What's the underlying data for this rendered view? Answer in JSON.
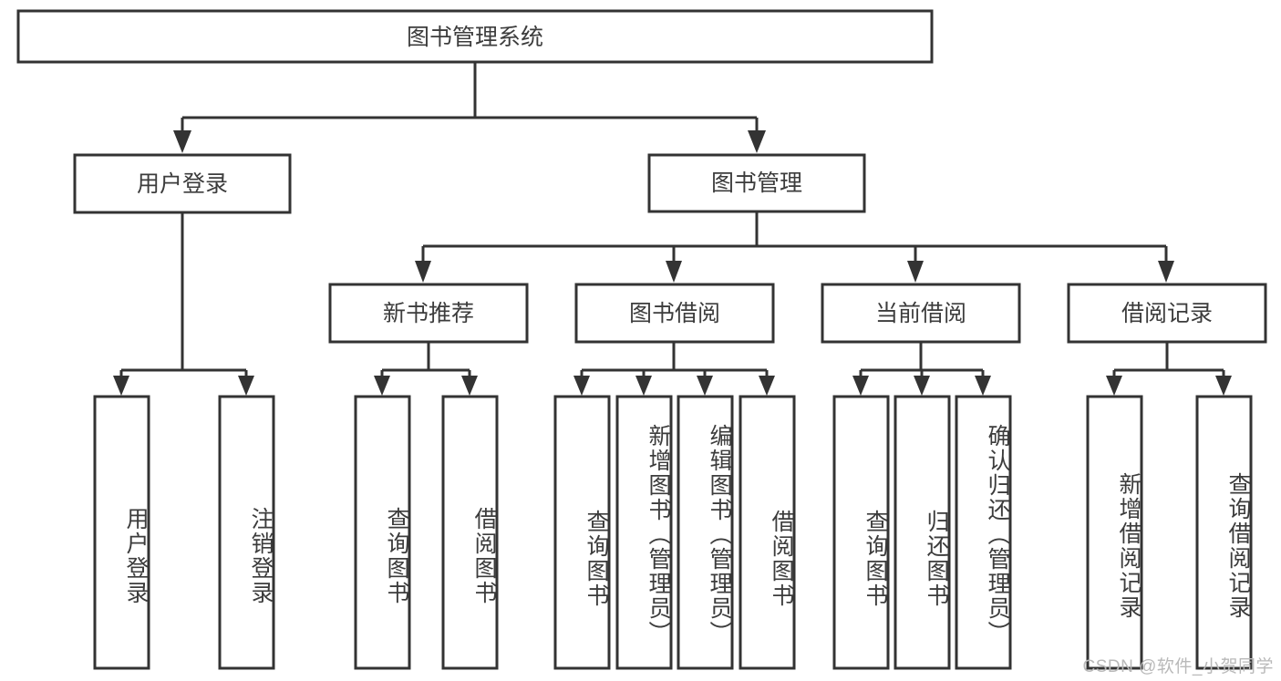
{
  "diagram": {
    "type": "tree-hierarchy-diagram",
    "title": "图书管理系统",
    "watermark": "CSDN @软件_小贺同学",
    "colors": {
      "background": "#ffffff",
      "box_stroke": "#333333",
      "box_fill": "#ffffff",
      "text": "#3c3c3c",
      "connector": "#333333",
      "watermark": "#b9b9b9"
    },
    "levels": {
      "root": {
        "label": "图书管理系统"
      },
      "level1": [
        {
          "label": "用户登录"
        },
        {
          "label": "图书管理"
        }
      ],
      "level2": [
        {
          "label": "新书推荐"
        },
        {
          "label": "图书借阅"
        },
        {
          "label": "当前借阅"
        },
        {
          "label": "借阅记录"
        }
      ],
      "leaves": {
        "user_login": [
          {
            "label": "用户登录"
          },
          {
            "label": "注销登录"
          }
        ],
        "new_book_recommend": [
          {
            "label": "查询图书"
          },
          {
            "label": "借阅图书"
          }
        ],
        "book_borrow": [
          {
            "label": "查询图书"
          },
          {
            "label": "新增图书（管理员）"
          },
          {
            "label": "编辑图书（管理员）"
          },
          {
            "label": "借阅图书"
          }
        ],
        "current_borrow": [
          {
            "label": "查询图书"
          },
          {
            "label": "归还图书"
          },
          {
            "label": "确认归还（管理员）"
          }
        ],
        "borrow_record": [
          {
            "label": "新增借阅记录"
          },
          {
            "label": "查询借阅记录"
          }
        ]
      }
    }
  }
}
